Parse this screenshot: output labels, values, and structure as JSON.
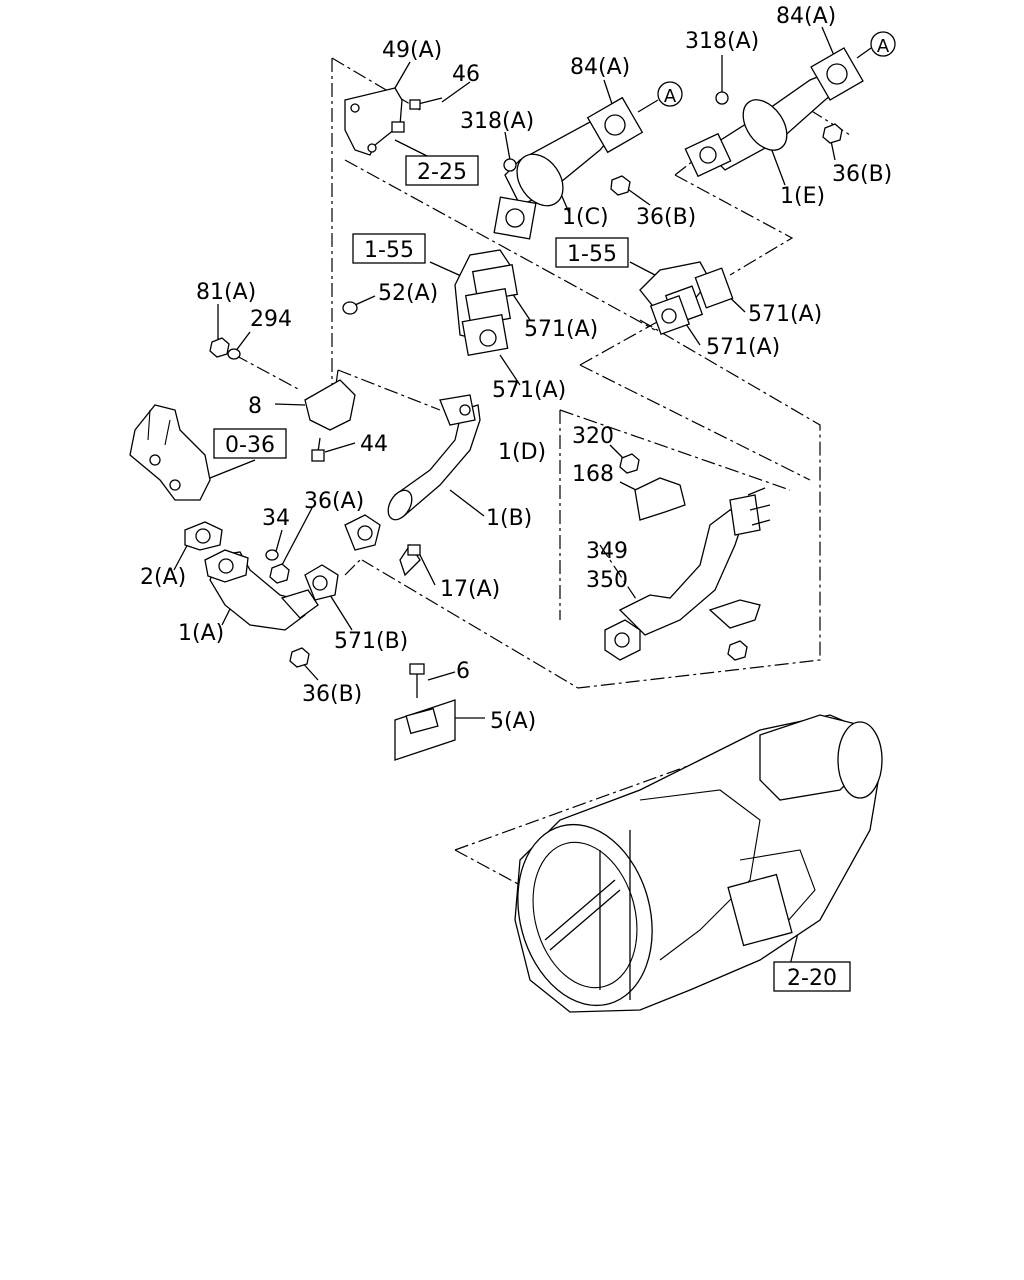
{
  "diagram": {
    "callouts": [
      {
        "id": "c1",
        "text": "49(A)"
      },
      {
        "id": "c2",
        "text": "46"
      },
      {
        "id": "c3",
        "text": "318(A)"
      },
      {
        "id": "c4",
        "text": "84(A)"
      },
      {
        "id": "c5",
        "text": "318(A)"
      },
      {
        "id": "c6",
        "text": "84(A)"
      },
      {
        "id": "c7",
        "text": "36(B)"
      },
      {
        "id": "c8",
        "text": "1(E)"
      },
      {
        "id": "c9",
        "text": "1(C)"
      },
      {
        "id": "c10",
        "text": "36(B)"
      },
      {
        "id": "c11",
        "text": "81(A)"
      },
      {
        "id": "c12",
        "text": "294"
      },
      {
        "id": "c13",
        "text": "52(A)"
      },
      {
        "id": "c14",
        "text": "571(A)"
      },
      {
        "id": "c15",
        "text": "571(A)"
      },
      {
        "id": "c16",
        "text": "571(A)"
      },
      {
        "id": "c17",
        "text": "571(A)"
      },
      {
        "id": "c18",
        "text": "8"
      },
      {
        "id": "c19",
        "text": "44"
      },
      {
        "id": "c20",
        "text": "320"
      },
      {
        "id": "c21",
        "text": "1(D)"
      },
      {
        "id": "c22",
        "text": "168"
      },
      {
        "id": "c23",
        "text": "34"
      },
      {
        "id": "c24",
        "text": "36(A)"
      },
      {
        "id": "c25",
        "text": "1(B)"
      },
      {
        "id": "c26",
        "text": "2(A)"
      },
      {
        "id": "c27",
        "text": "349"
      },
      {
        "id": "c28",
        "text": "350"
      },
      {
        "id": "c29",
        "text": "17(A)"
      },
      {
        "id": "c30",
        "text": "1(A)"
      },
      {
        "id": "c31",
        "text": "571(B)"
      },
      {
        "id": "c32",
        "text": "6"
      },
      {
        "id": "c33",
        "text": "36(B)"
      },
      {
        "id": "c34",
        "text": "5(A)"
      }
    ],
    "ref_boxes": [
      {
        "id": "r1",
        "text": "2-25"
      },
      {
        "id": "r2",
        "text": "1-55"
      },
      {
        "id": "r3",
        "text": "1-55"
      },
      {
        "id": "r4",
        "text": "0-36"
      },
      {
        "id": "r5",
        "text": "2-20"
      }
    ],
    "circle_markers": [
      {
        "id": "m1",
        "text": "A"
      },
      {
        "id": "m2",
        "text": "A"
      }
    ]
  }
}
